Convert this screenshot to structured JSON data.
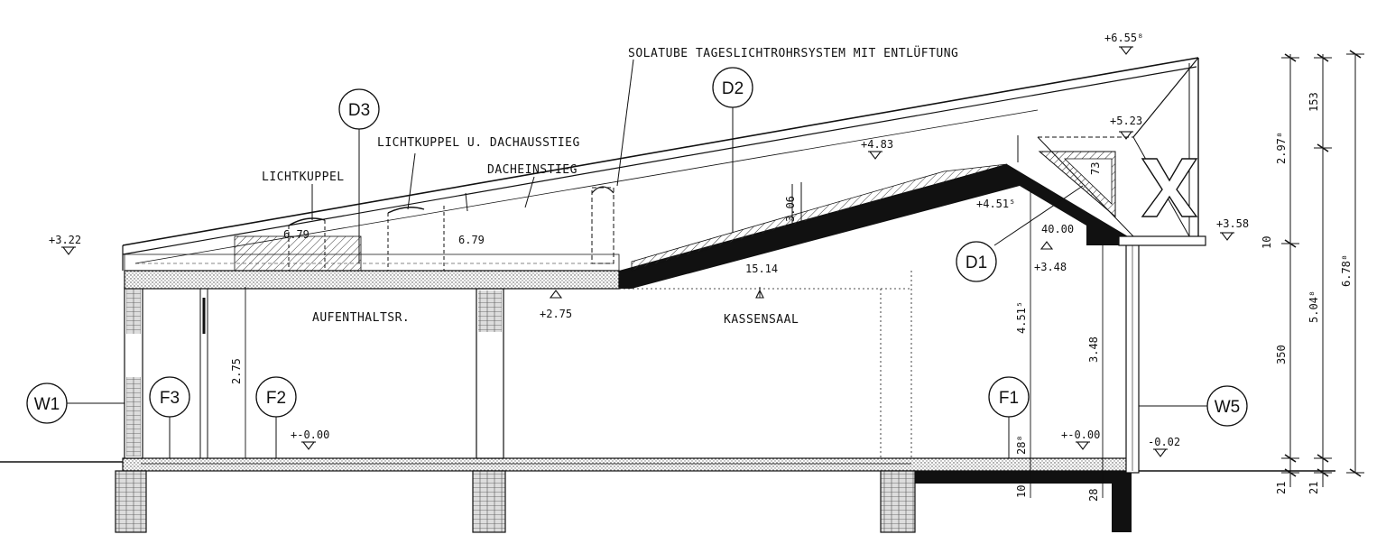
{
  "labels": {
    "solatube": "SOLATUBE  TAGESLICHTROHRSYSTEM  MIT  ENTLÜFTUNG",
    "lichtkuppel_dachausstieg": "LICHTKUPPEL  U.  DACHAUSSTIEG",
    "lichtkuppel": "LICHTKUPPEL",
    "dacheinstieg": "DACHEINSTIEG",
    "aufenthaltsr": "AUFENTHALTSR.",
    "kassensaal": "KASSENSAAL"
  },
  "tags": {
    "d1": "D1",
    "d2": "D2",
    "d3": "D3",
    "f1": "F1",
    "f2": "F2",
    "f3": "F3",
    "w1": "W1",
    "w5": "W5"
  },
  "levels": {
    "top": "+6.55⁸",
    "ridge_inner": "+5.23",
    "roof_483": "+4.83",
    "left_eave": "+3.22",
    "right_eave": "+3.58",
    "ceiling_inner": "+4.51⁵",
    "ceiling_348": "+3.48",
    "ceiling_275": "+2.75",
    "floor_left": "+-0.00",
    "floor_right": "+-0.00",
    "ground_right": "-0.02"
  },
  "dims": {
    "d_679a": "6.79",
    "d_679b": "6.79",
    "d_1514": "15.14",
    "d_4000": "40.00",
    "d_275": "2.75",
    "d_451": "4.51⁵",
    "d_348": "3.48",
    "d_28a": "28⁸",
    "d_10": "10",
    "d_28b": "28",
    "d_73": "73",
    "d_306": "3.06",
    "r_297": "2.97⁸",
    "r_153": "153",
    "r_10": "10",
    "r_350": "350",
    "r_504": "5.04⁸",
    "r_678": "6.78⁸",
    "r_21a": "21",
    "r_21b": "21"
  }
}
